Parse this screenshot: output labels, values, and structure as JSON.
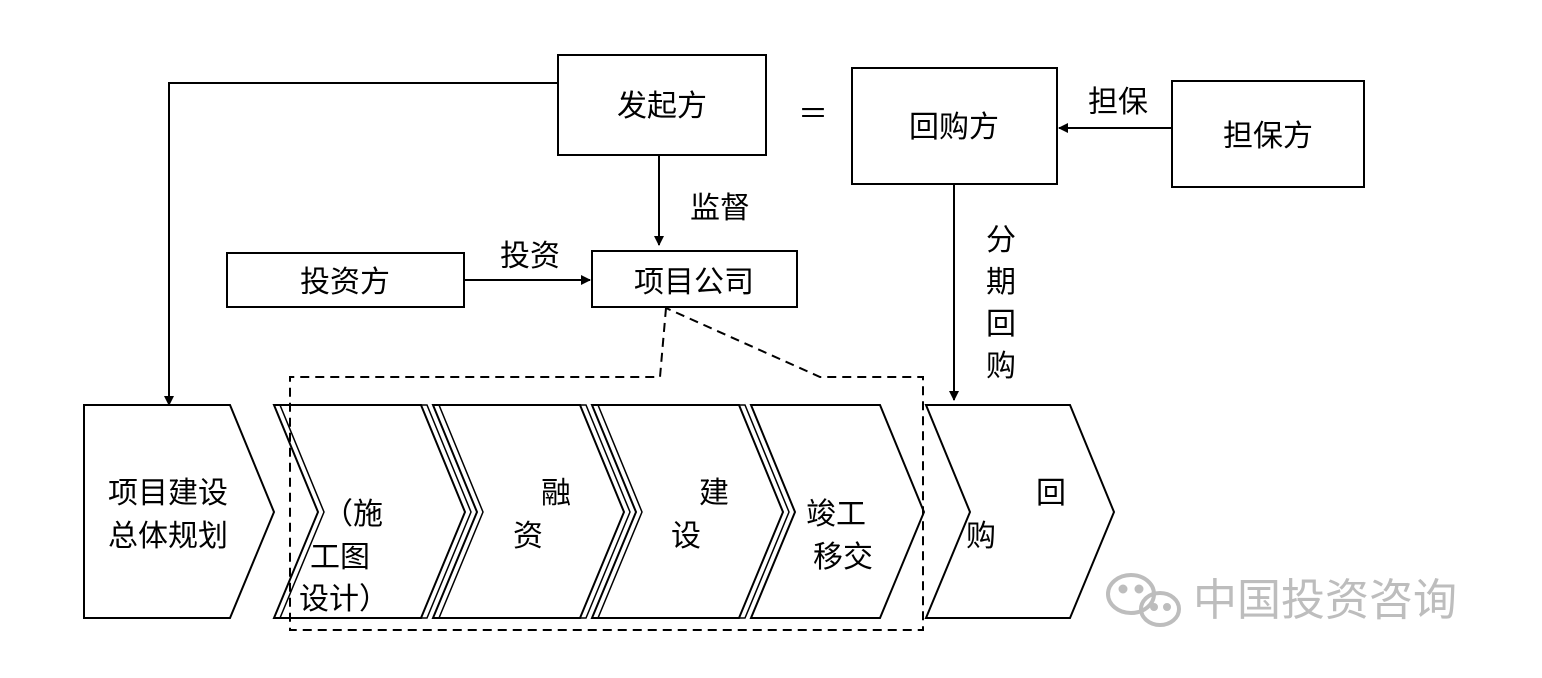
{
  "nodes": {
    "initiator": "发起方",
    "equals": "＝",
    "buyback_party": "回购方",
    "guarantor": "担保方",
    "investor": "投资方",
    "project_company": "项目公司"
  },
  "edges": {
    "guarantee": "担保",
    "supervise": "监督",
    "invest": "投资",
    "installment_buyback": [
      "分",
      "期",
      "回",
      "购"
    ]
  },
  "stages": {
    "planning": [
      "项目建设",
      "总体规划"
    ],
    "design": [
      "（施",
      "工图",
      "设计）"
    ],
    "financing": [
      "融",
      "资"
    ],
    "construction": [
      "建",
      "设"
    ],
    "handover": [
      "竣工",
      "移交"
    ],
    "buyback": [
      "回",
      "购"
    ]
  },
  "watermark": {
    "text": "中国投资咨询",
    "icon": "wechat-icon"
  }
}
